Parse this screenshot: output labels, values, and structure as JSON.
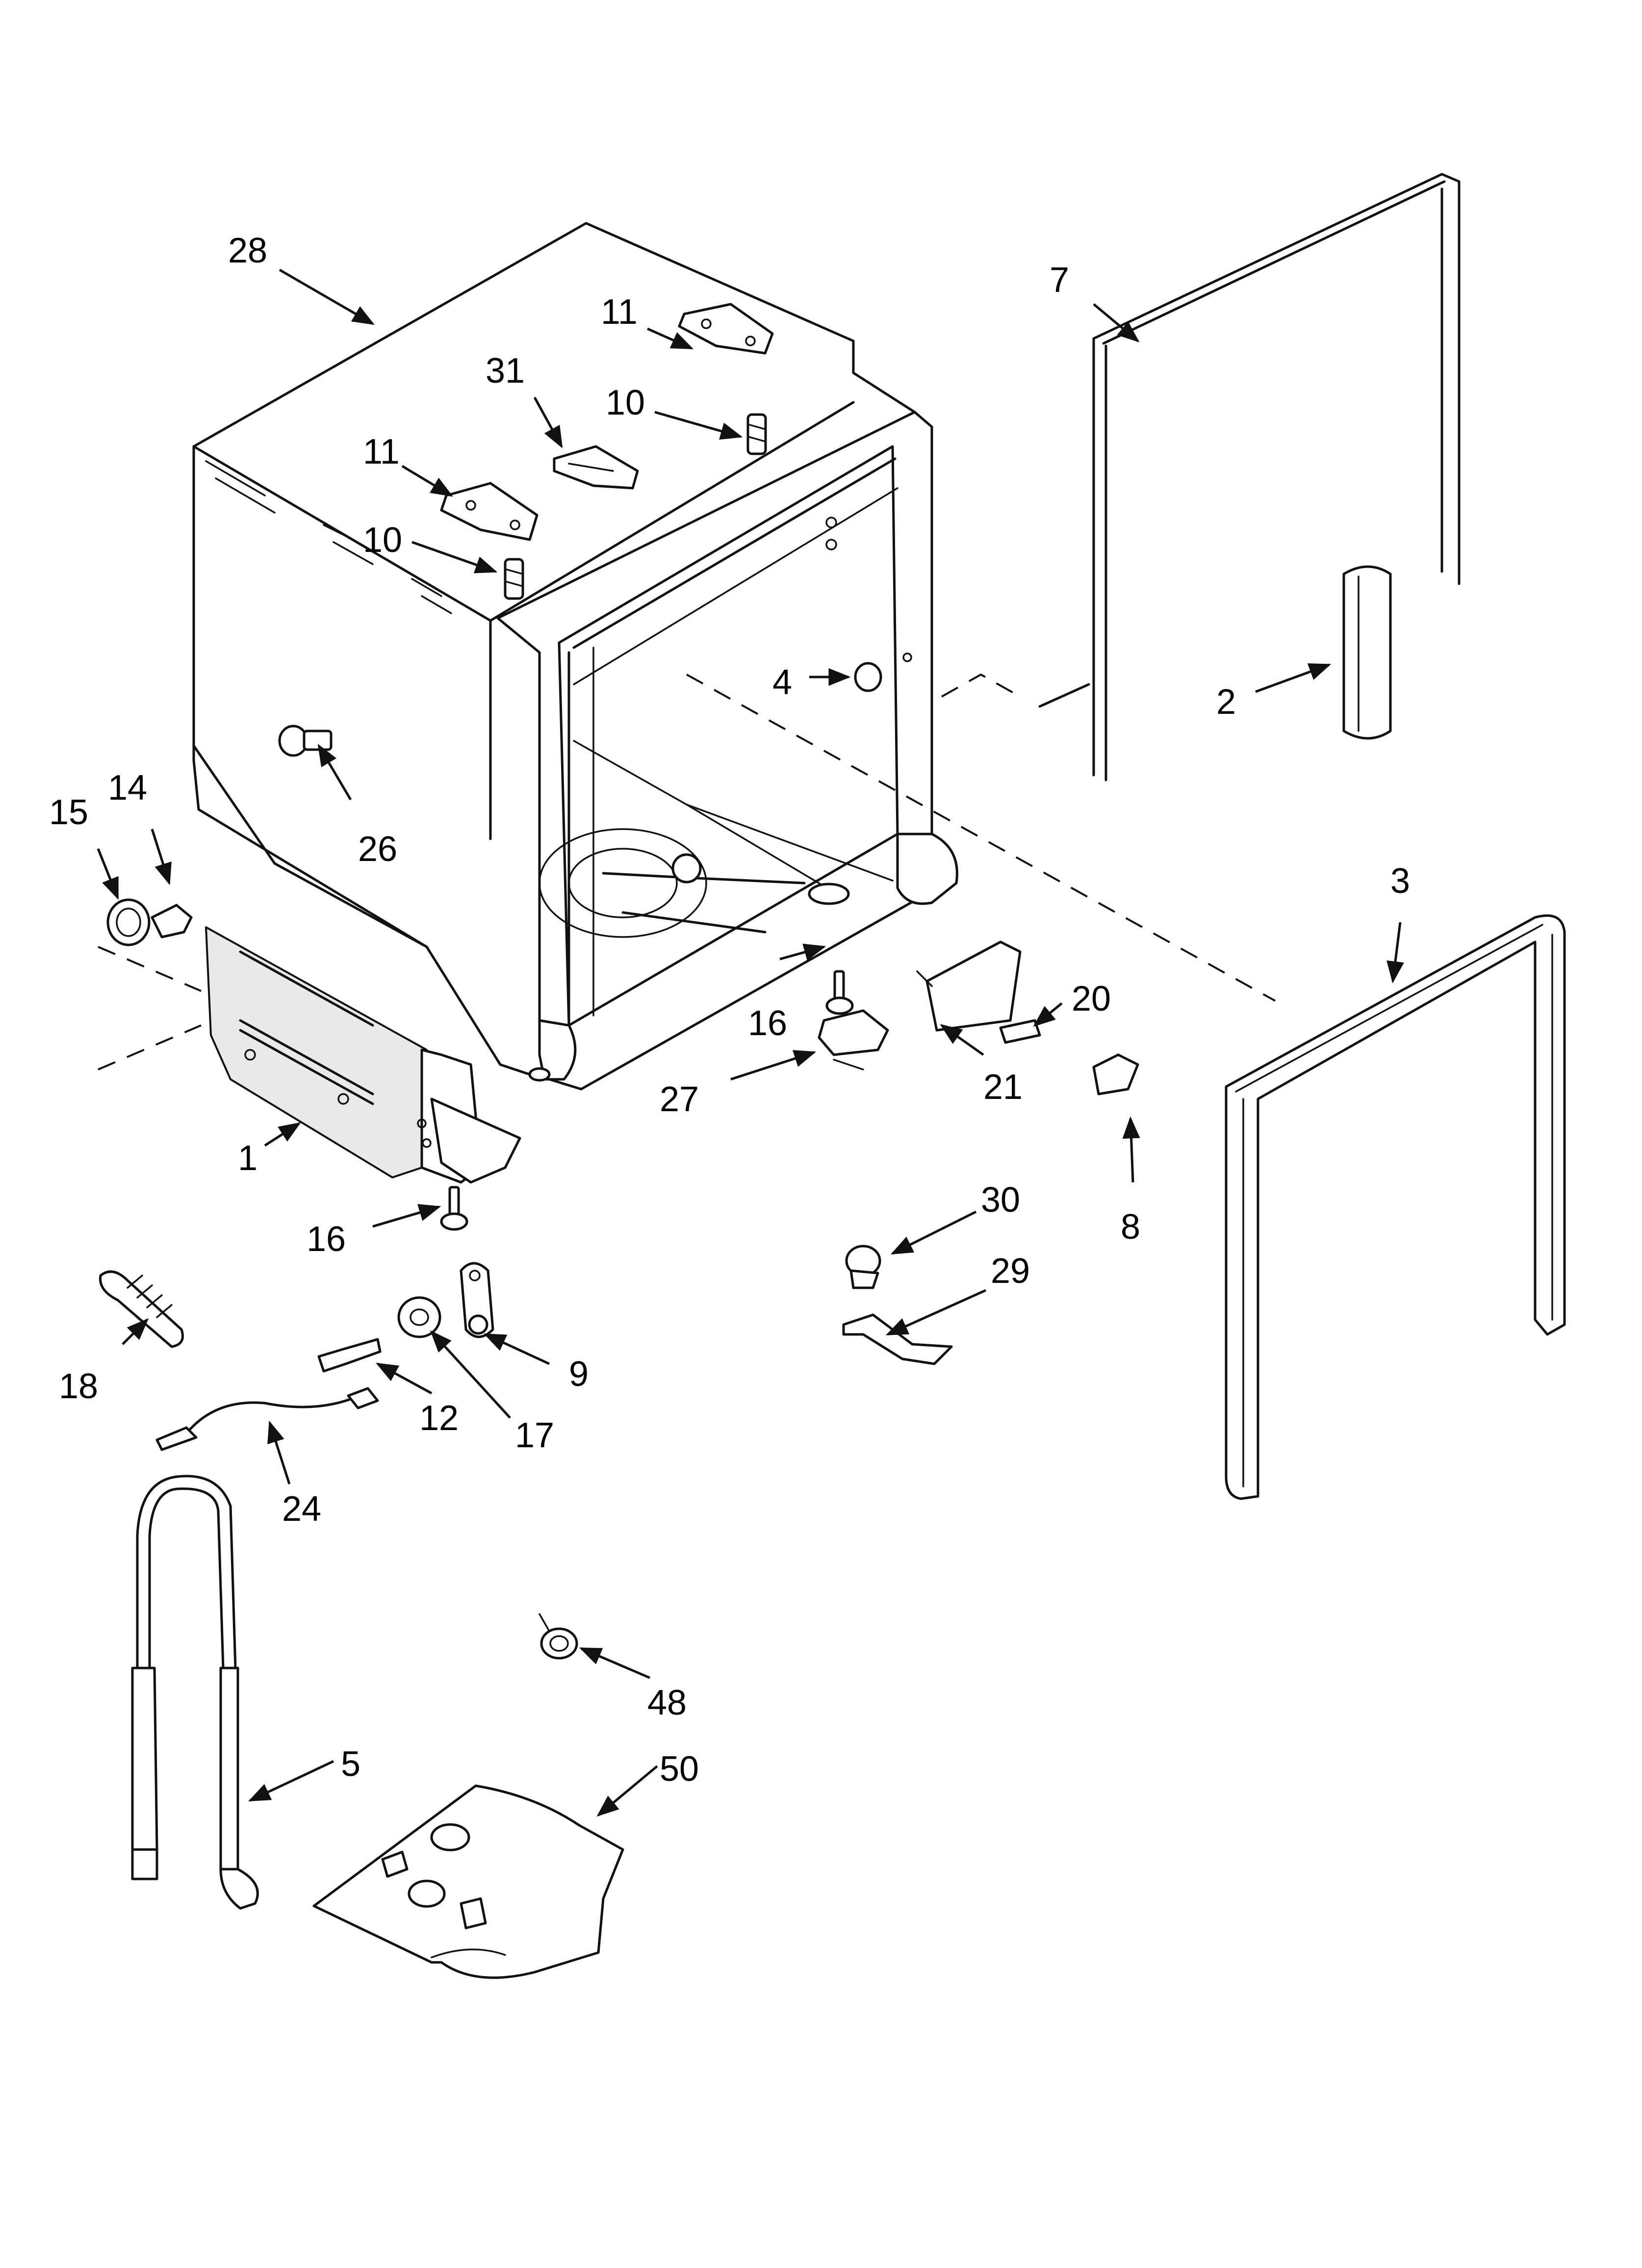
{
  "callouts": {
    "c28": "28",
    "c7": "7",
    "c11a": "11",
    "c31": "31",
    "c10a": "10",
    "c11b": "11",
    "c10b": "10",
    "c4": "4",
    "c2": "2",
    "c26": "26",
    "c15": "15",
    "c14": "14",
    "c3": "3",
    "c16a": "16",
    "c20": "20",
    "c27": "27",
    "c21": "21",
    "c1": "1",
    "c16b": "16",
    "c30": "30",
    "c8": "8",
    "c29": "29",
    "c18": "18",
    "c9": "9",
    "c12": "12",
    "c17": "17",
    "c24": "24",
    "c48": "48",
    "c5": "5",
    "c50": "50"
  }
}
